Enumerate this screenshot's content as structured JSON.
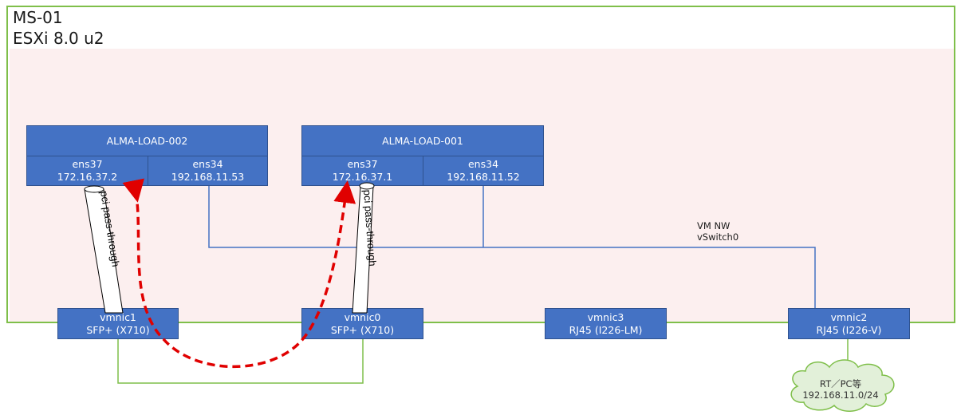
{
  "host": {
    "name": "MS-01",
    "hypervisor": "ESXi 8.0 u2"
  },
  "vms": [
    {
      "name": "ALMA-LOAD-002",
      "ifaces": [
        {
          "name": "ens37",
          "ip": "172.16.37.2"
        },
        {
          "name": "ens34",
          "ip": "192.168.11.53"
        }
      ]
    },
    {
      "name": "ALMA-LOAD-001",
      "ifaces": [
        {
          "name": "ens37",
          "ip": "172.16.37.1"
        },
        {
          "name": "ens34",
          "ip": "192.168.11.52"
        }
      ]
    }
  ],
  "nics": [
    {
      "name": "vmnic1",
      "type": "SFP+ (X710)"
    },
    {
      "name": "vmnic0",
      "type": "SFP+ (X710)"
    },
    {
      "name": "vmnic3",
      "type": "RJ45 (I226-LM)"
    },
    {
      "name": "vmnic2",
      "type": "RJ45 (I226-V)"
    }
  ],
  "passthrough_label": "pci pass-through",
  "vswitch": {
    "line1": "VM NW",
    "line2": "vSwitch0"
  },
  "external": {
    "line1": "RT／PC等",
    "line2": "192.168.11.0/24"
  },
  "colors": {
    "box": "#4472c4",
    "host_border": "#7fbf4a",
    "host_bg": "#fcefef",
    "vswitch_line": "#4472c4",
    "loop_line": "#e00000",
    "cable": "#7fbf4a"
  }
}
